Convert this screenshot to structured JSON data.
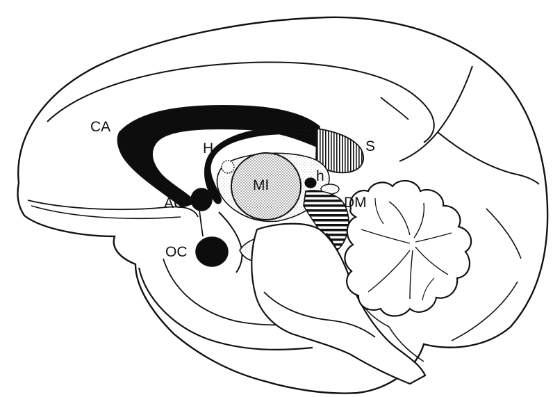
{
  "labels": {
    "ca": "CA",
    "h_upper": "H",
    "s": "S",
    "mi": "MI",
    "h_lower": "h",
    "ac": "AC",
    "dm": "DM",
    "oc": "OC"
  },
  "colors": {
    "stroke": "#111111",
    "fill_black": "#0d0d0d",
    "background": "#ffffff"
  }
}
